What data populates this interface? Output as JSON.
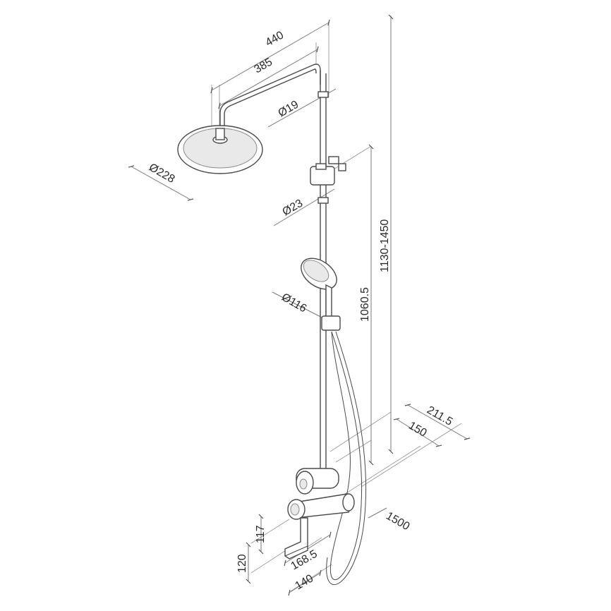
{
  "dimensions": {
    "d440": "440",
    "d385": "385",
    "d19": "Ø19",
    "d228": "Ø228",
    "d23": "Ø23",
    "d116": "Ø116",
    "d1130_1450": "1130-1450",
    "d1060_5": "1060.5",
    "d211_5": "211.5",
    "d150": "150",
    "d1500": "1500",
    "d117": "117",
    "d120": "120",
    "d168_5": "168.5",
    "d140": "140"
  }
}
